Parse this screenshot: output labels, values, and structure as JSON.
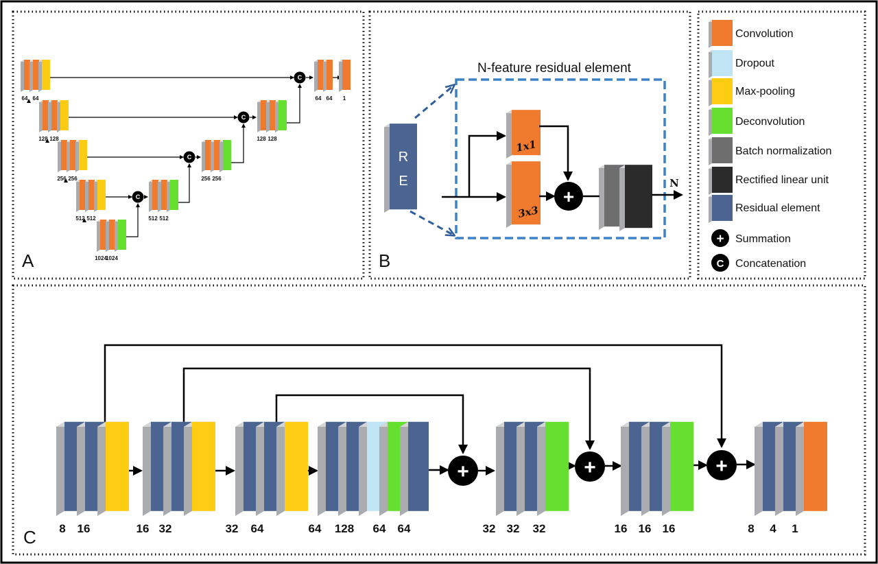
{
  "colors": {
    "convolution": "#F07B2E",
    "dropout": "#BFE4F4",
    "max_pooling": "#FFCC14",
    "deconvolution": "#66E02E",
    "batch_normalization": "#6E6E6E",
    "relu": "#2B2B2B",
    "residual_element": "#4C6491",
    "panel_b_box": "#3C82C8"
  },
  "panel_a": {
    "label": "A",
    "stages": [
      {
        "labels": [
          "64",
          "64"
        ]
      },
      {
        "labels": [
          "128",
          "128"
        ]
      },
      {
        "labels": [
          "256",
          "256"
        ]
      },
      {
        "labels": [
          "512",
          "512"
        ]
      },
      {
        "labels": [
          "1024",
          "1024"
        ]
      },
      {
        "labels": [
          "512",
          "512"
        ]
      },
      {
        "labels": [
          "256",
          "256"
        ]
      },
      {
        "labels": [
          "128",
          "128"
        ]
      },
      {
        "labels": [
          "64",
          "64",
          "1"
        ]
      }
    ],
    "concat_symbol": "C"
  },
  "panel_b": {
    "label": "B",
    "title": "N-feature residual element",
    "re_block_text": [
      "R",
      "E"
    ],
    "conv_1x1": "1x1",
    "conv_3x3": "3x3",
    "sum_symbol": "+",
    "output_label": "N"
  },
  "legend": {
    "items": [
      {
        "label": "Convolution",
        "icon": "convolution-block-icon"
      },
      {
        "label": "Dropout",
        "icon": "dropout-block-icon"
      },
      {
        "label": "Max-pooling",
        "icon": "max-pooling-block-icon"
      },
      {
        "label": "Deconvolution",
        "icon": "deconvolution-block-icon"
      },
      {
        "label": "Batch normalization",
        "icon": "batch-normalization-block-icon"
      },
      {
        "label": "Rectified linear unit",
        "icon": "relu-block-icon"
      },
      {
        "label": "Residual element",
        "icon": "residual-element-block-icon"
      },
      {
        "label": "Summation",
        "icon": "summation-icon"
      },
      {
        "label": "Concatenation",
        "icon": "concatenation-icon"
      }
    ],
    "summation_symbol": "+",
    "concatenation_symbol": "C"
  },
  "panel_c": {
    "label": "C",
    "stages": [
      {
        "labels": [
          "8",
          "16"
        ]
      },
      {
        "labels": [
          "16",
          "32"
        ]
      },
      {
        "labels": [
          "32",
          "64"
        ]
      },
      {
        "labels": [
          "64",
          "128",
          "64",
          "64"
        ]
      },
      {
        "labels": [
          "32",
          "32",
          "32"
        ]
      },
      {
        "labels": [
          "16",
          "16",
          "16"
        ]
      },
      {
        "labels": [
          "8",
          "4",
          "1"
        ]
      }
    ],
    "sum_symbol": "+"
  }
}
